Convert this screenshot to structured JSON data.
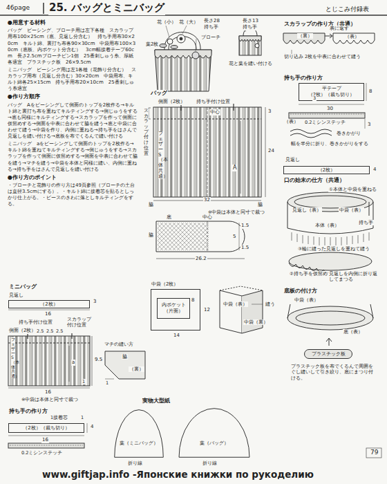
{
  "diagram": {
    "title": "25. バッグとミニバッグ",
    "nodes": [
      {
        "text": [
          "（2枚）"
        ]
      },
      {
        "text": [
          "（2枚）（裁ち切り）"
        ]
      },
      {
        "text": [
          "中袋（2枚）"
        ]
      },
      {
        "text": [
          "内ポケット（片面）"
        ],
        "in": 2
      },
      {
        "text": [
          "平テープ",
          "（2枚）（裁ち切り）"
        ]
      },
      {
        "text": [
          "（2枚）"
        ]
      },
      {
        "text": [
          "葉（ミニバッグ）"
        ]
      },
      {
        "text": [
          "葉（バッグ）"
        ]
      },
      {
        "text": [
          "プラスチック板"
        ]
      }
    ],
    "labels": [
      "46page",
      "とじこみ付録表",
      "●用意する材料",
      "バッグ　ビーシング、ブローチ用は左下各種　スカラップ用布100×25cm（底、見返し分含む）　持ち手用布30×20cm　キルト綿、裏打ち布各90×30cm　中袋用布100×30cm（底板、内ポケット分含む）　3cm幅接着テープ60cm　長さ2.5cmブローチピン1個　25番刺しゅう糸、厚紙各適宜　プラスチック板　26×9.5cm",
      "ミニバッグ　ビーシング用は左1各種（花飾り分含む）　スカラップ用布（見返し分含む）30×20cm　中袋用布、キルト綿各25×15cm　持ち手用布20×10cm　25番刺しゅう糸適宜",
      "●作り方順序",
      "バッグ　Aをピーシングして側面のトップを2枚作る→キルト綿と裏打ち布を重ねてキルティングする→側じゅうをする→底も同様にキルティングする→スカラップを作って側面に仮留めする→側面を中表に合わせて脇を縫う→底と中袋に合わせて縫う→中袋を作り、内側に重ねる→持ち手をはさんで見返しを縫い付ける→底板を布でくるんで縫い付ける",
      "ミニバッグ　aをピーシングして側面のトップを2枚作る→キルト綿を重ねてキルティングする→側じゅうをする→スカラップを作って側面に仮留めする→側面を中表に合わせて脇を縫う→マチを縫う→中袋を本体と同様に縫い、内側に重ねる→持ち手をはさんで見返しを縫い付ける",
      "●作り方のポイント",
      "・ブローチと花飾りの作り方は49頁参照（ブローチの土台は直径3.5cmにする）。・キルト綿に接着芯を貼るとしっかり仕上がる。・ピースのきわに落としキルティングをする。",
      "花（小）",
      "花（大）",
      "ブローチ",
      "葉2枚",
      "長さ28 持ち手",
      "長さ13 持ち手",
      "花と葉を縫い付ける",
      "スカラップの作り方（共通）",
      "表に返す",
      "（裏）",
      "切り込み",
      "2枚を中表に合わせて縫う",
      "（表）",
      "持ち手の作り方",
      "8",
      "3",
      "30",
      "（表）",
      "0.2ミシンステッチ",
      "3",
      "巻きかがり",
      "幅を半分に折り、巻きかがりをする",
      "見返し",
      "4",
      "口の始末の仕方（共通）",
      "①本体と中袋を重ねる",
      "見返し（表）",
      "中袋（表）",
      "本体（表）",
      "持ち手",
      "③輪に縫った見返しを重ねて縫う",
      "②持ち手を仮留めする",
      "見返しを内側に折り返してまつる",
      "底板の付け方",
      "中袋（表）",
      "底（表）",
      "プラスチック板を布でくるんで周囲をぐし縫いして引き絞り、底にまつり付ける。",
      "バッグ",
      "側面（2枚）",
      "持ち手付け位置",
      "スカラップ付け位置",
      "フェザーS（本体共通）",
      "中心",
      "A",
      "3",
      "24",
      "脇",
      "32",
      "脇",
      "※中袋は本体と同寸で裁つ",
      "底",
      "中心",
      "脇",
      "5",
      "1.5",
      "1.5",
      "26.2",
      "8",
      "12",
      "14",
      "中袋（表）",
      "中袋（裏）",
      "縫う",
      "ミニバッグ",
      "見返し",
      "3",
      "16",
      "持ち手付け位置",
      "側面（2枚）",
      "2.5",
      "2.5",
      "2.5",
      "スカラップ 付け位置",
      "フェザーS（本体共通）",
      "a",
      "9.5",
      "1",
      "16",
      "※中袋は本体と同寸で裁つ",
      "マチの縫い方",
      "脇",
      "（裏）",
      "1",
      "持ち手の作り方",
      "1接着芯",
      "1",
      "16",
      "4",
      "0.2ミシンステッチ",
      "実物大型紙",
      "折り線",
      "折り線",
      "79",
      "www.giftjap.info -Японские книжки по рукоделию"
    ]
  }
}
